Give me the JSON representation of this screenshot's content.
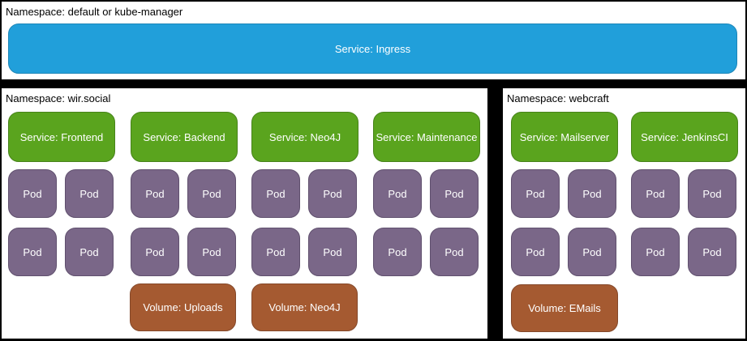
{
  "colors": {
    "background": "#000000",
    "panel": "#ffffff",
    "ingress_blue": "#219fda",
    "service_green": "#5aa41e",
    "pod_purple": "#7a6788",
    "volume_brown": "#a55a31",
    "box_text": "#ffffff",
    "label_text": "#000000"
  },
  "top_panel": {
    "namespace_label": "Namespace: default or kube-manager",
    "ingress_label": "Service: Ingress"
  },
  "left_panel": {
    "namespace_label": "Namespace: wir.social",
    "groups": [
      {
        "service": "Service: Frontend",
        "pods": [
          "Pod",
          "Pod",
          "Pod",
          "Pod"
        ]
      },
      {
        "service": "Service: Backend",
        "pods": [
          "Pod",
          "Pod",
          "Pod",
          "Pod"
        ]
      },
      {
        "service": "Service: Neo4J",
        "pods": [
          "Pod",
          "Pod",
          "Pod",
          "Pod"
        ]
      },
      {
        "service": "Service: Maintenance",
        "pods": [
          "Pod",
          "Pod",
          "Pod",
          "Pod"
        ]
      }
    ],
    "volumes": [
      "Volume: Uploads",
      "Volume: Neo4J"
    ]
  },
  "right_panel": {
    "namespace_label": "Namespace: webcraft",
    "groups": [
      {
        "service": "Service: Mailserver",
        "pods": [
          "Pod",
          "Pod",
          "Pod",
          "Pod"
        ]
      },
      {
        "service": "Service: JenkinsCI",
        "pods": [
          "Pod",
          "Pod",
          "Pod",
          "Pod"
        ]
      }
    ],
    "volumes": [
      "Volume: EMails"
    ]
  }
}
